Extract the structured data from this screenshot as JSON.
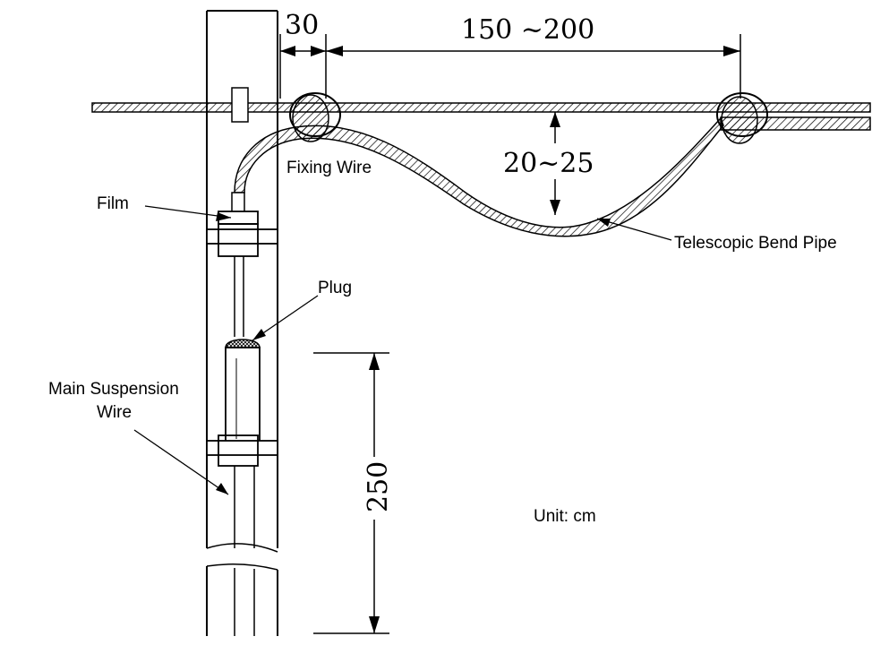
{
  "dimensions": {
    "gap": "30",
    "span": "150 ~200",
    "sag": "20~25",
    "height": "250"
  },
  "labels": {
    "film": "Film",
    "plug": "Plug",
    "fixing_wire": "Fixing Wire",
    "telescopic_bend_pipe": "Telescopic Bend Pipe",
    "main_suspension_wire_line1": "Main Suspension",
    "main_suspension_wire_line2": "Wire",
    "unit": "Unit: cm"
  },
  "colors": {
    "line": "#000000",
    "background": "#ffffff"
  }
}
